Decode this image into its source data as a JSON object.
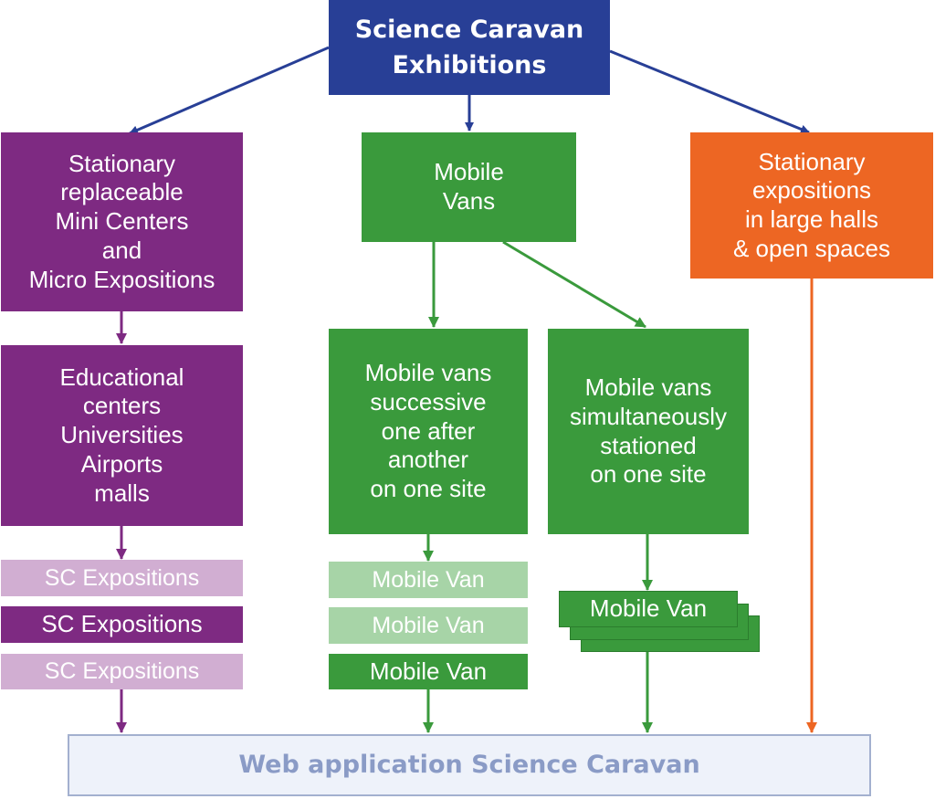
{
  "top": {
    "title": "Science Caravan\nExhibitions"
  },
  "left_column": {
    "stationary_mini": "Stationary\nreplaceable\nMini Centers\nand\nMicro Expositions",
    "venues": "Educational\ncenters\nUniversities\nAirports\nmalls",
    "expositions": [
      "SC Expositions",
      "SC Expositions",
      "SC Expositions"
    ]
  },
  "center_column": {
    "mobile_vans": "Mobile\nVans",
    "successive": "Mobile vans\nsuccessive\none after\nanother\non one site",
    "simultaneous": "Mobile vans\nsimultaneously\nstationed\non one site",
    "successive_vans": [
      "Mobile Van",
      "Mobile Van",
      "Mobile Van"
    ],
    "stacked_van": "Mobile Van"
  },
  "right_column": {
    "large_halls": "Stationary\nexpositions\nin large halls\n& open spaces"
  },
  "bottom": {
    "web_app": "Web application Science Caravan"
  },
  "colors": {
    "navy": "#283f96",
    "purple": "#7e2a82",
    "purple_light": "#d1aed2",
    "green": "#3a9a3c",
    "green_light": "#a7d4a7",
    "orange": "#ed6623",
    "web_bg": "#eef2fa",
    "web_text": "#8a9bc6"
  }
}
